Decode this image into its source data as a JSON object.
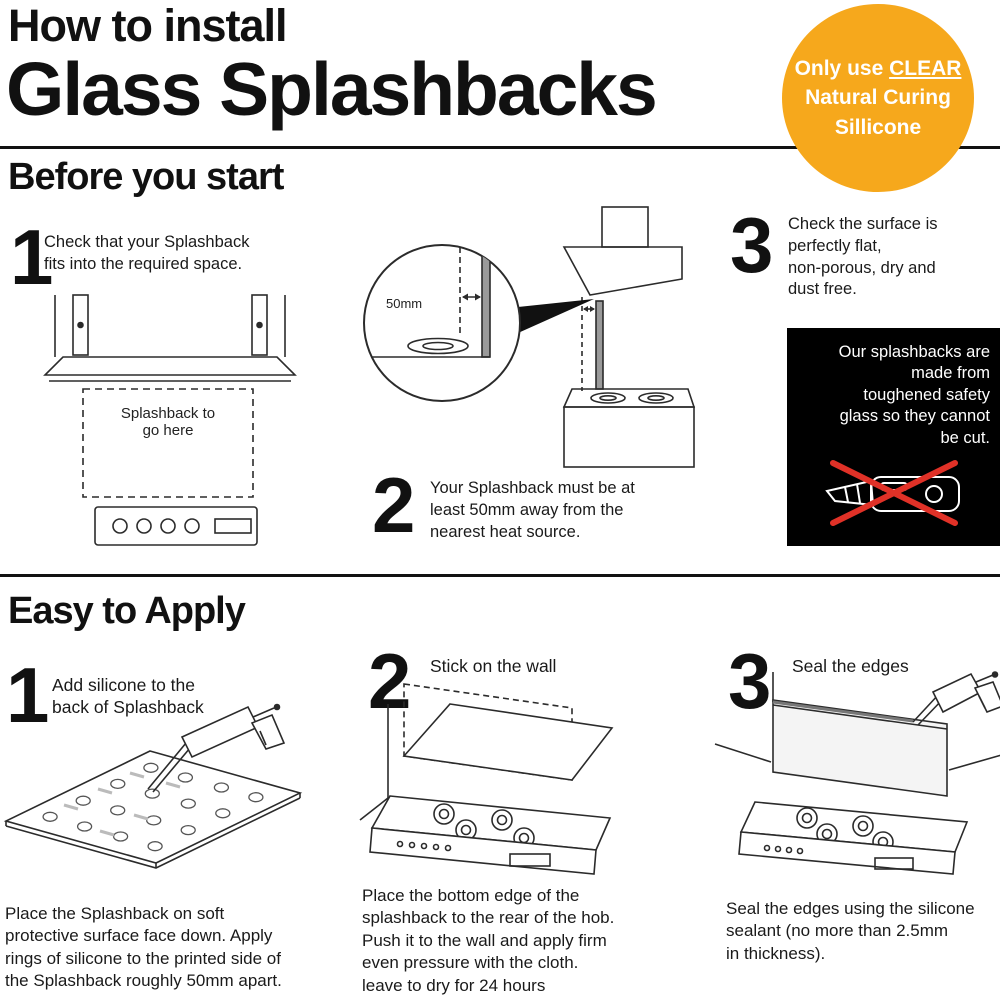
{
  "header": {
    "title_line1": "How to install",
    "title_line2": "Glass Splashbacks"
  },
  "badge": {
    "prefix": "Only use ",
    "underlined": "CLEAR",
    "line2": "Natural Curing",
    "line3": "Sillicone",
    "bg_color": "#F6A81C"
  },
  "before": {
    "heading": "Before you start",
    "step1": {
      "number": "1",
      "text": "Check that your Splashback\nfits into the required space.",
      "diagram_label": "Splashback to\ngo here"
    },
    "step2": {
      "number": "2",
      "text": "Your Splashback must be at\nleast 50mm away from the\nnearest heat source.",
      "measurement": "50mm"
    },
    "step3": {
      "number": "3",
      "text": "Check the surface is\nperfectly flat,\nnon-porous, dry and\ndust free."
    },
    "warning": {
      "text": "Our splashbacks are\nmade from\ntoughened safety\nglass so they cannot\nbe cut.",
      "bg_color": "#000000",
      "cross_color": "#E03127"
    }
  },
  "apply": {
    "heading": "Easy to Apply",
    "step1": {
      "number": "1",
      "title": "Add silicone to the\nback of Splashback",
      "caption": "Place the Splashback on soft\nprotective surface face down. Apply\nrings of silicone to the printed side of\nthe Splashback roughly 50mm apart."
    },
    "step2": {
      "number": "2",
      "title": "Stick on the wall",
      "caption": "Place the bottom edge of the\nsplashback to the rear of the hob.\nPush it to the wall and apply firm\neven pressure with the cloth.\nleave to dry for 24 hours"
    },
    "step3": {
      "number": "3",
      "title": "Seal the edges",
      "caption": "Seal the edges using the silicone\nsealant (no more than 2.5mm\nin thickness)."
    }
  }
}
